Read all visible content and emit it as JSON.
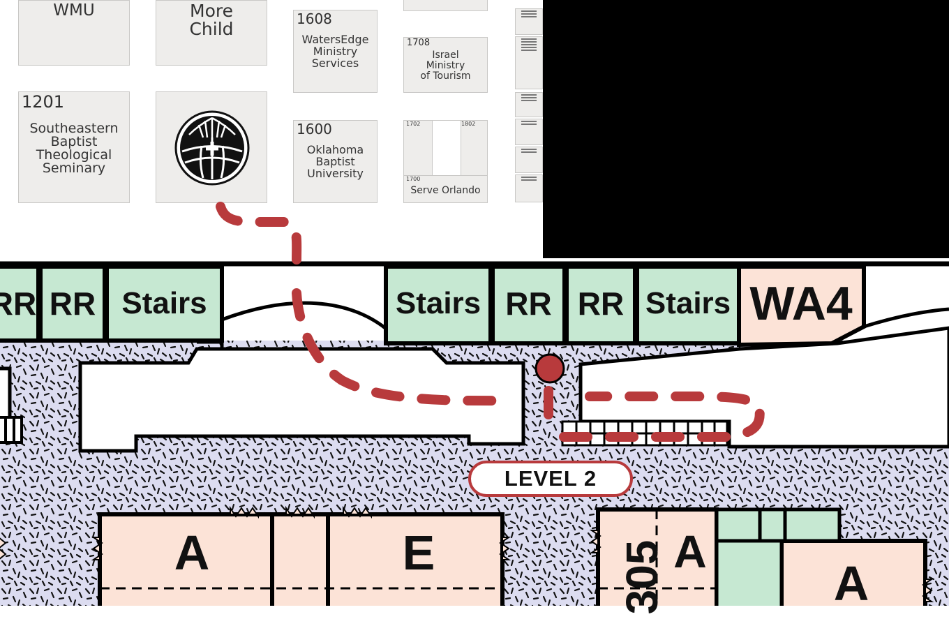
{
  "booths": {
    "wmu": {
      "name": "WMU"
    },
    "more_child": {
      "name": "More\nChild"
    },
    "b1608": {
      "number": "1608",
      "name": "WatersEdge\nMinistry\nServices"
    },
    "b1708": {
      "number": "1708",
      "name": "Israel\nMinistry\nof Tourism"
    },
    "b1201": {
      "number": "1201",
      "name": "Southeastern\nBaptist\nTheological\nSeminary"
    },
    "b1600": {
      "number": "1600",
      "name": "Oklahoma\nBaptist\nUniversity"
    },
    "b1702": {
      "number": "1702"
    },
    "b1802": {
      "number": "1802"
    },
    "b1700": {
      "number": "1700",
      "name": "Serve Orlando"
    }
  },
  "rooms": {
    "rr_left_partial": "RR",
    "rr_left": "RR",
    "stairs_left": "Stairs",
    "stairs_mid": "Stairs",
    "rr_mid1": "RR",
    "rr_mid2": "RR",
    "stairs_right": "Stairs",
    "wa4": "WA4",
    "hall_a_left": "A",
    "hall_e": "E",
    "hall_305": "305",
    "hall_a_305": "A",
    "hall_a_right": "A"
  },
  "level_badge": "LEVEL 2",
  "colors": {
    "route": "#b83a3c",
    "utility_green": "#c6e8d2",
    "hall_peach": "#fce3d7",
    "corridor_lavender": "#dcdcf0",
    "booth_gray": "#eeedeb"
  },
  "icons": {
    "logo": "globe-cross-logo-icon",
    "marker": "you-are-here-dot-icon"
  }
}
